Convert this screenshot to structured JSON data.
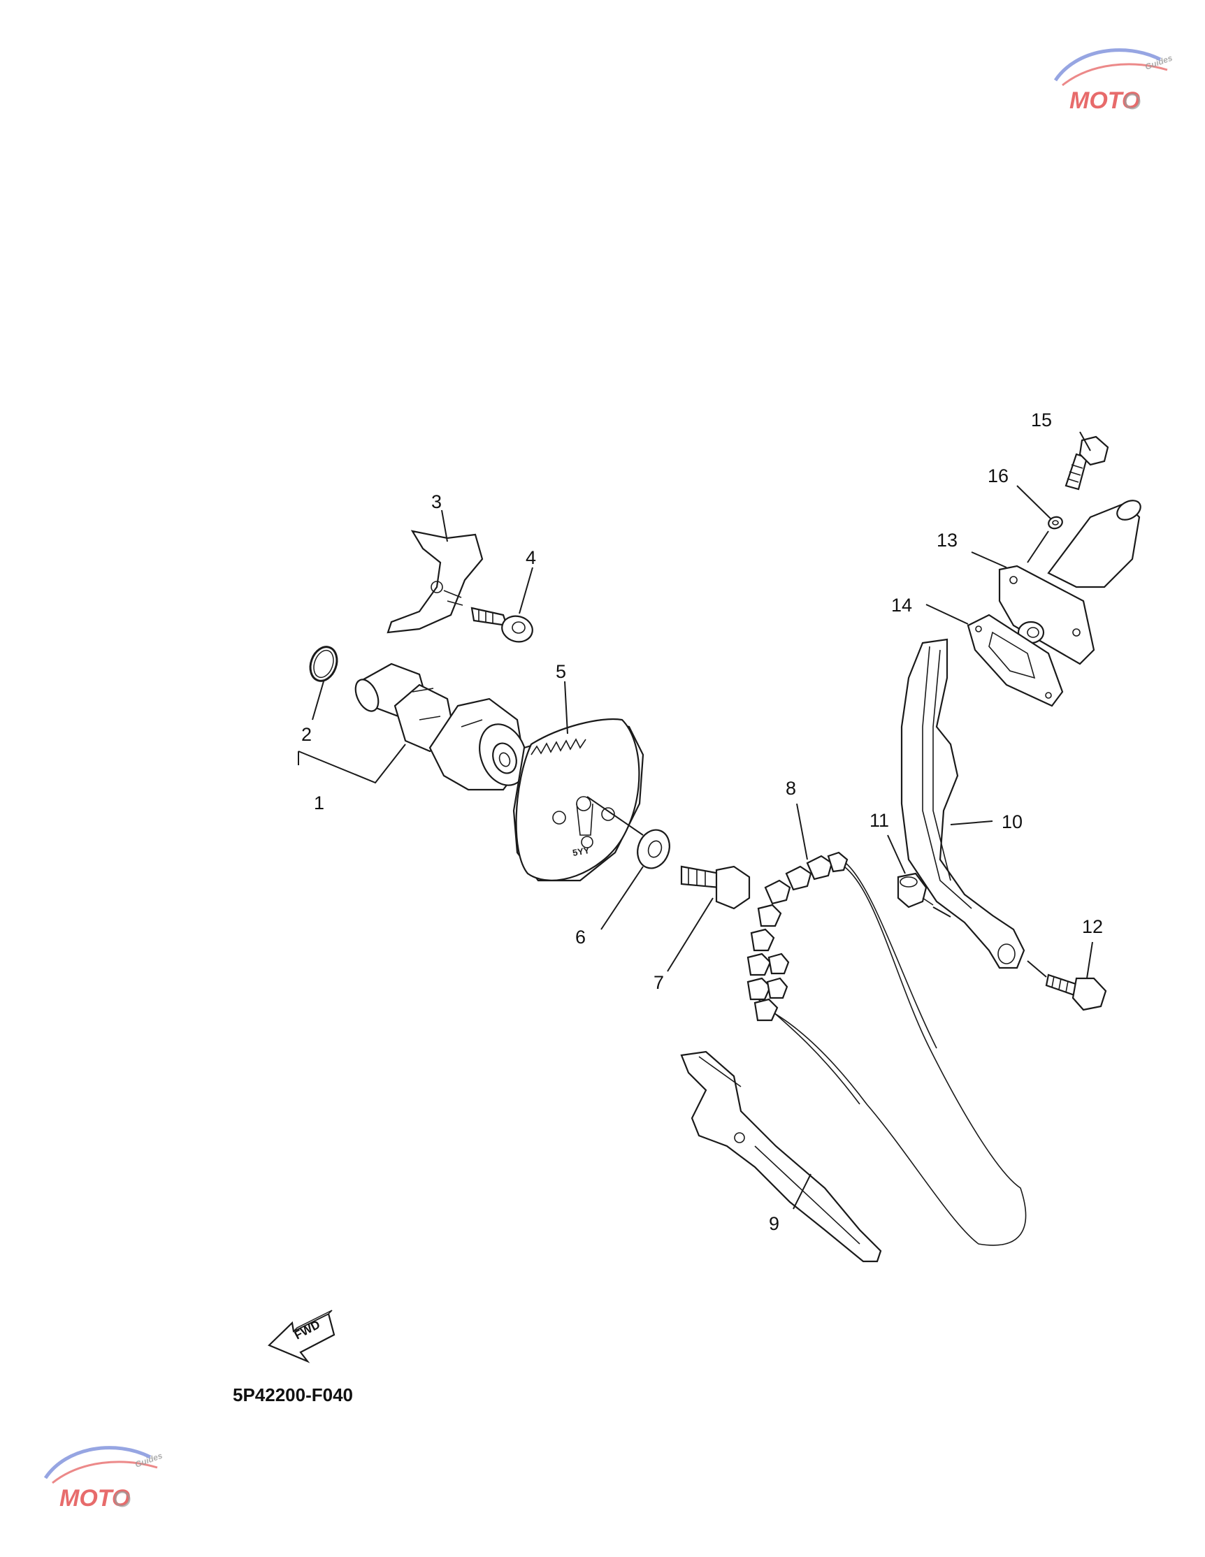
{
  "diagram": {
    "part_code": "5P42200-F040",
    "fwd_label": "FWD",
    "sprocket_stamp": "5YY",
    "callouts": [
      "1",
      "2",
      "3",
      "4",
      "5",
      "6",
      "7",
      "8",
      "9",
      "10",
      "11",
      "12",
      "13",
      "14",
      "15",
      "16"
    ]
  },
  "watermark": {
    "brand_letters": "MOTO",
    "brand_sub": "Guides",
    "colors": {
      "red": "#e03a3a",
      "blue": "#6a7fd6",
      "gray": "#9a9a9a"
    }
  }
}
